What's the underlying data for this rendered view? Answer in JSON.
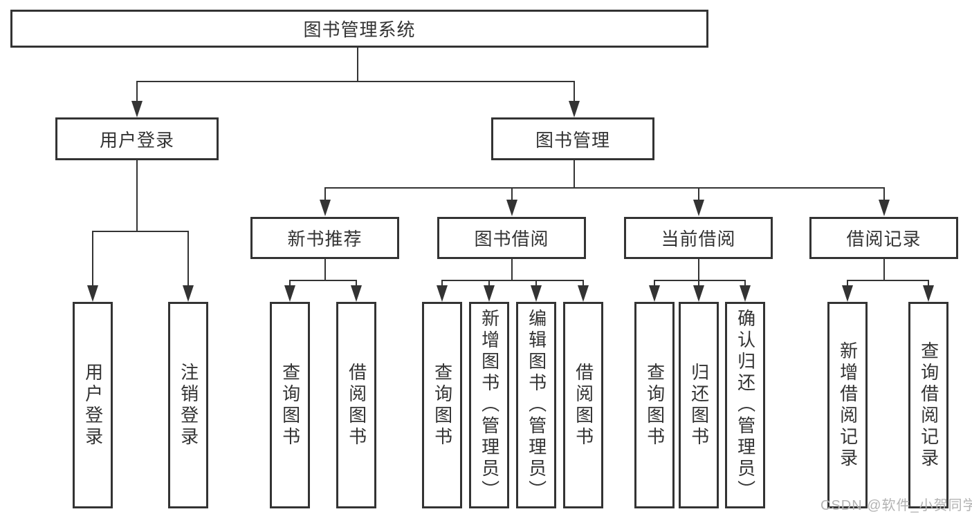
{
  "level1": {
    "label": "图书管理系统"
  },
  "level2": [
    {
      "label": "用户登录"
    },
    {
      "label": "图书管理"
    }
  ],
  "level3": [
    {
      "label": "新书推荐"
    },
    {
      "label": "图书借阅"
    },
    {
      "label": "当前借阅"
    },
    {
      "label": "借阅记录"
    }
  ],
  "level4": [
    {
      "label": "用户登录"
    },
    {
      "label": "注销登录"
    },
    {
      "label": "查询图书"
    },
    {
      "label": "借阅图书"
    },
    {
      "label": "查询图书"
    },
    {
      "label": "新增图书（管理员）"
    },
    {
      "label": "编辑图书（管理员）"
    },
    {
      "label": "借阅图书"
    },
    {
      "label": "查询图书"
    },
    {
      "label": "归还图书"
    },
    {
      "label": "确认归还（管理员）"
    },
    {
      "label": "新增借阅记录"
    },
    {
      "label": "查询借阅记录"
    }
  ],
  "watermark": {
    "text": "CSDN @软件_小贺同学"
  },
  "colors": {
    "line": "#333333",
    "box_border": "#333333",
    "text": "#333333",
    "background": "#ffffff",
    "watermark": "#b3b3b3"
  }
}
